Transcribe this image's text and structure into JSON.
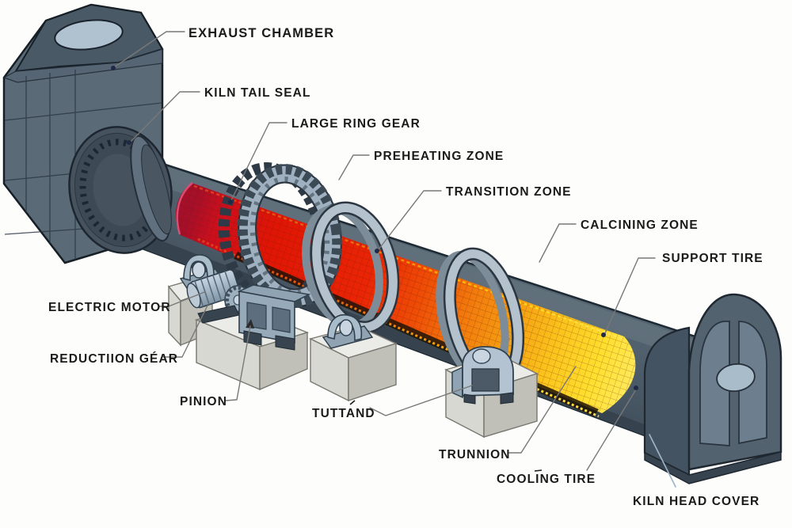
{
  "figure": {
    "type": "technical-diagram",
    "subject": "rotary kiln cutaway illustration",
    "labels": [
      {
        "id": "exhaust-chamber",
        "text": "EXHAUST CHAMBER"
      },
      {
        "id": "kiln-tail-seal",
        "text": "KILN TAIL SEAL"
      },
      {
        "id": "large-ring-gear",
        "text": "LARGE RING GEAR"
      },
      {
        "id": "preheating-zone",
        "text": "PREHEATING ZONE"
      },
      {
        "id": "transition-zone",
        "text": "TRANSITION ZONE"
      },
      {
        "id": "calcining-zone",
        "text": "CALCINING ZONE"
      },
      {
        "id": "support-tire",
        "text": "SUPPORT TIRE"
      },
      {
        "id": "electric-motor",
        "text": "ELECTRIC MOTOR"
      },
      {
        "id": "reduction-gear",
        "text": "REDUCTIION GÉAR"
      },
      {
        "id": "pinion",
        "text": "PINION"
      },
      {
        "id": "tuttand",
        "text": "TUTTAND"
      },
      {
        "id": "trunnion",
        "text": "TRUNNION"
      },
      {
        "id": "cooling-tire",
        "text": "COOLING TIRE"
      },
      {
        "id": "kiln-head-cover",
        "text": "KILN HEAD COVER"
      }
    ],
    "colors": {
      "background": "#fdfdfc",
      "shell": "#51606d",
      "shell_dark": "#394652",
      "machinery_light": "#a9bcca",
      "concrete": "#d8d8d2",
      "zone_hot_red": "#e01505",
      "zone_orange": "#f07818",
      "zone_yellow": "#ffd62e",
      "cut_rim_pink": "#e0537a",
      "label_text": "#1a1a1a",
      "leader_line": "#787878",
      "leader_dot": "#202a46"
    }
  }
}
